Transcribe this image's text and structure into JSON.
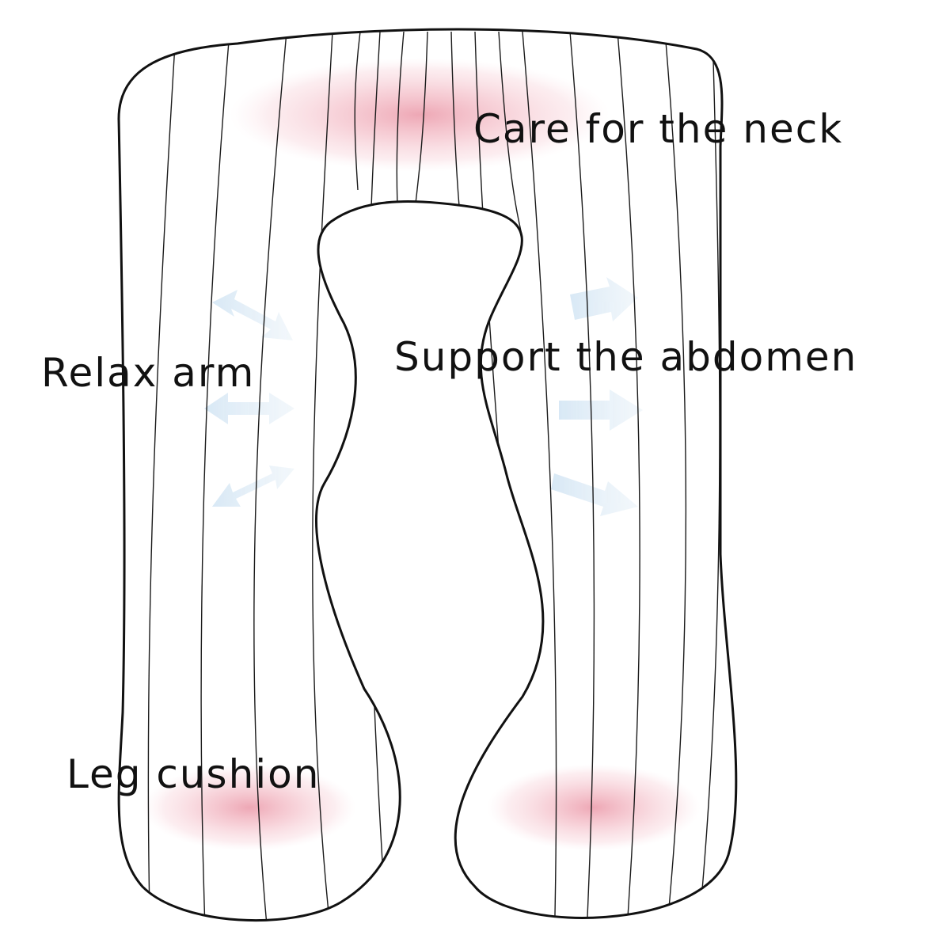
{
  "labels": {
    "neck": "Care for the neck",
    "abdomen": "Support the abdomen",
    "arm": "Relax arm",
    "leg": "Leg cushion"
  },
  "colors": {
    "outline": "#111111",
    "stripe": "#1a1a1a",
    "highlight": "#e88a9c",
    "arrow": "#c9dff0",
    "background": "#ffffff"
  },
  "icons": {
    "arrows": "double-headed-arrow-icons"
  }
}
